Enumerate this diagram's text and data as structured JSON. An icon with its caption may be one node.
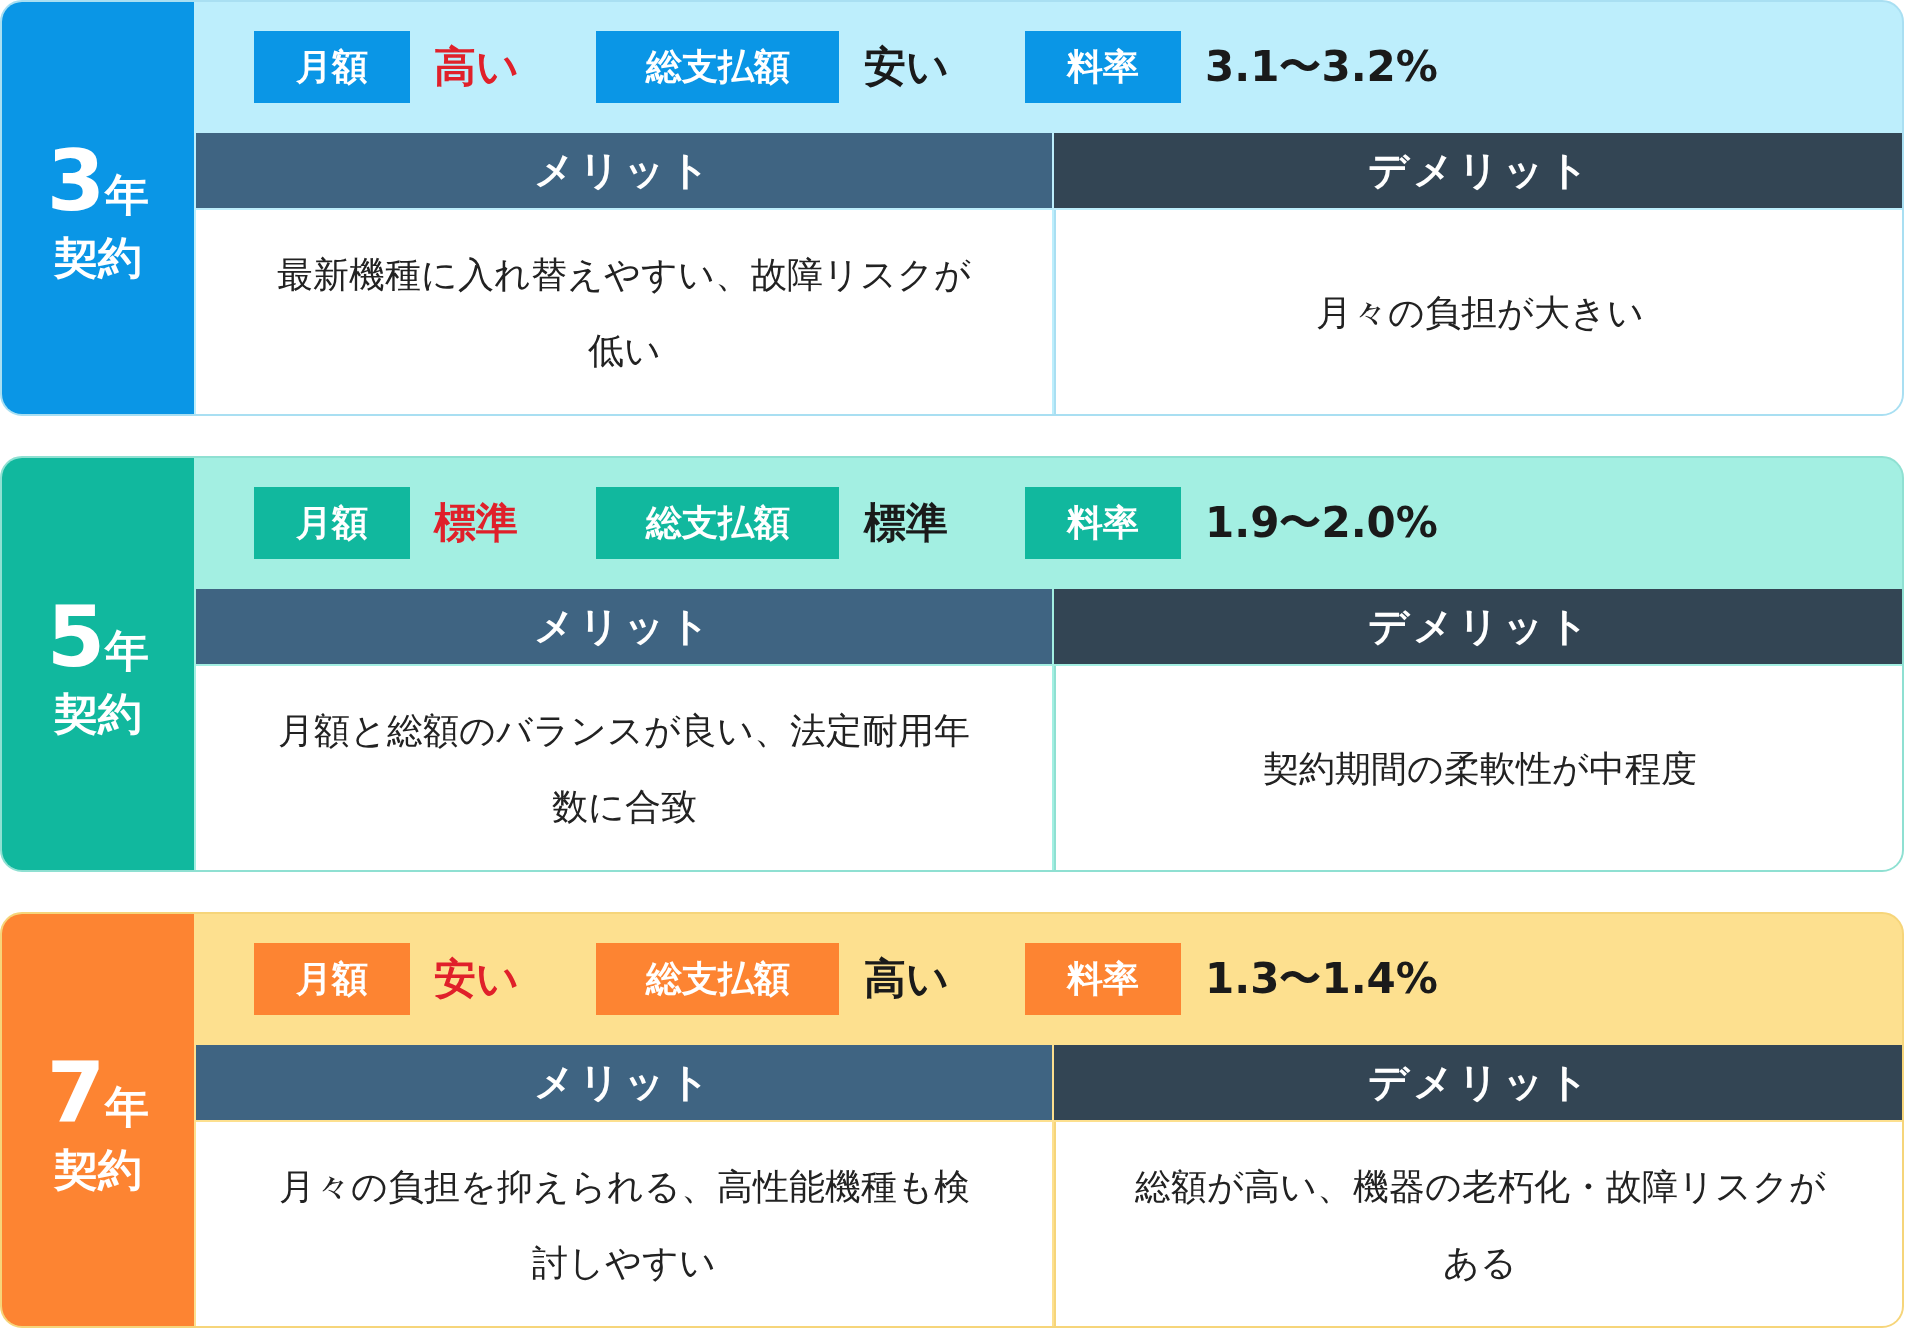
{
  "diagram": {
    "nodes": [
      {
        "text": [
          "3年契約"
        ]
      },
      {
        "text": [
          "月額"
        ],
        "in": 0,
        "beside": [
          "高い"
        ]
      },
      {
        "text": [
          "総支払額"
        ],
        "in": 0,
        "beside": [
          "安い"
        ]
      },
      {
        "text": [
          "料率"
        ],
        "in": 0,
        "beside": [
          "3.1〜3.2%"
        ]
      },
      {
        "text": [
          "メリット"
        ],
        "in": 0
      },
      {
        "text": [
          "デメリット"
        ],
        "in": 0
      },
      {
        "text": [
          "最新機種に入れ替えやすい、故障リスクが低い"
        ],
        "in": 0
      },
      {
        "text": [
          "月々の負担が大きい"
        ],
        "in": 0
      },
      {
        "text": [
          "5年契約"
        ]
      },
      {
        "text": [
          "月額"
        ],
        "in": 8,
        "beside": [
          "標準"
        ]
      },
      {
        "text": [
          "総支払額"
        ],
        "in": 8,
        "beside": [
          "標準"
        ]
      },
      {
        "text": [
          "料率"
        ],
        "in": 8,
        "beside": [
          "1.9〜2.0%"
        ]
      },
      {
        "text": [
          "メリット"
        ],
        "in": 8
      },
      {
        "text": [
          "デメリット"
        ],
        "in": 8
      },
      {
        "text": [
          "月額と総額のバランスが良い、法定耐用年数に合致"
        ],
        "in": 8
      },
      {
        "text": [
          "契約期間の柔軟性が中程度"
        ],
        "in": 8
      },
      {
        "text": [
          "7年契約"
        ]
      },
      {
        "text": [
          "月額"
        ],
        "in": 16,
        "beside": [
          "安い"
        ]
      },
      {
        "text": [
          "総支払額"
        ],
        "in": 16,
        "beside": [
          "高い"
        ]
      },
      {
        "text": [
          "料率"
        ],
        "in": 16,
        "beside": [
          "1.3〜1.4%"
        ]
      },
      {
        "text": [
          "メリット"
        ],
        "in": 16
      },
      {
        "text": [
          "デメリット"
        ],
        "in": 16
      },
      {
        "text": [
          "月々の負担を抑えられる、高性能機種も検討しやすい"
        ],
        "in": 16
      },
      {
        "text": [
          "総額が高い、機器の老朽化・故障リスクがある"
        ],
        "in": 16
      }
    ]
  }
}
